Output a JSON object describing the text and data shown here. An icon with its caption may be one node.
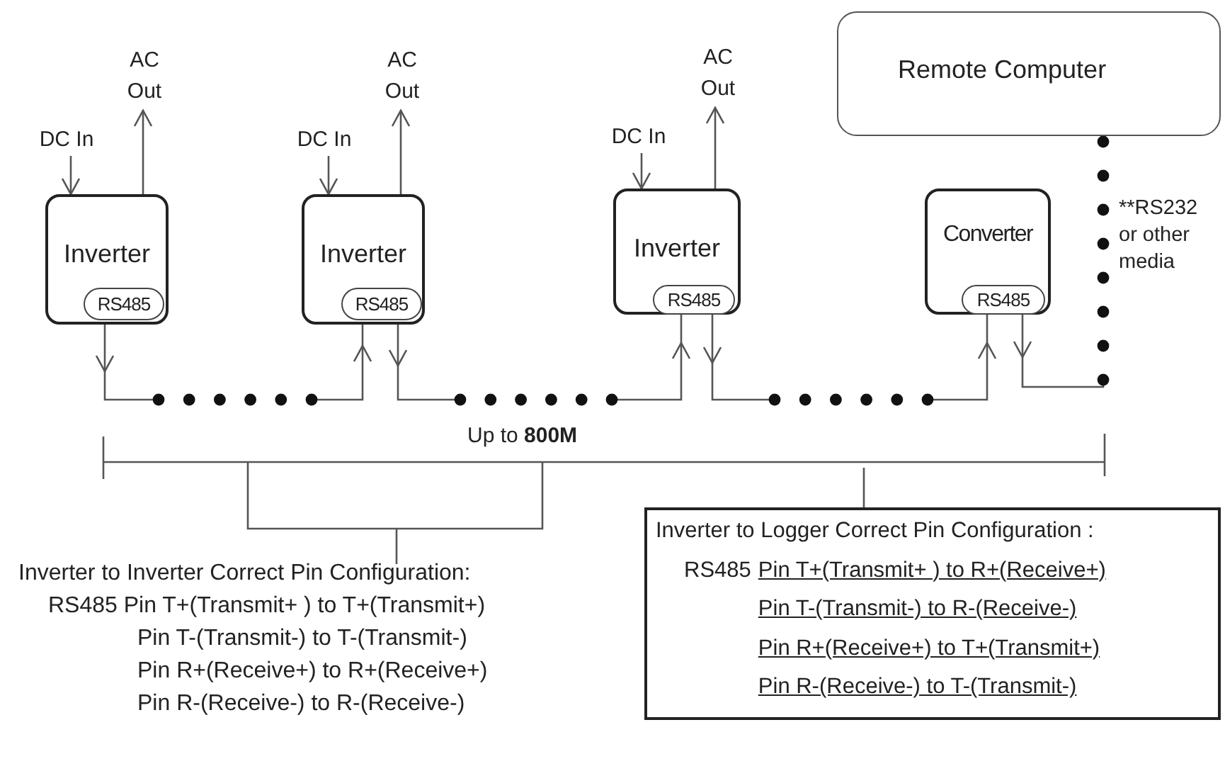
{
  "diagram": {
    "nodes": [
      {
        "text": [
          "DC In"
        ]
      },
      {
        "text": [
          "AC Out"
        ]
      },
      {
        "text": [
          "Inverter"
        ]
      },
      {
        "text": [
          "RS485"
        ],
        "in": 2
      },
      {
        "text": [
          "DC In"
        ]
      },
      {
        "text": [
          "AC Out"
        ]
      },
      {
        "text": [
          "Inverter"
        ]
      },
      {
        "text": [
          "RS485"
        ],
        "in": 6
      },
      {
        "text": [
          "DC In"
        ]
      },
      {
        "text": [
          "AC Out"
        ]
      },
      {
        "text": [
          "Inverter"
        ]
      },
      {
        "text": [
          "RS485"
        ],
        "in": 10
      },
      {
        "text": [
          "Remote Computer"
        ]
      },
      {
        "text": [
          "Converter"
        ]
      },
      {
        "text": [
          "RS485"
        ],
        "in": 13
      },
      {
        "text": [
          "Inverter to Logger Correct Pin Configuration :",
          "RS485",
          "Pin T+(Transmit+ ) to R+(Receive+)",
          "Pin T-(Transmit-) to R-(Receive-)",
          "Pin R+(Receive+) to T+(Transmit+)",
          "Pin R-(Receive-) to T-(Transmit-)"
        ]
      }
    ],
    "edges": [
      {
        "from": 0,
        "to": 2,
        "arrow": "to"
      },
      {
        "from": 2,
        "to": 1,
        "arrow": "to"
      },
      {
        "from": 4,
        "to": 6,
        "arrow": "to"
      },
      {
        "from": 6,
        "to": 5,
        "arrow": "to"
      },
      {
        "from": 8,
        "to": 10,
        "arrow": "to"
      },
      {
        "from": 10,
        "to": 9,
        "arrow": "to"
      },
      {
        "from": 3,
        "to": 7,
        "arrow": "to",
        "style": "dashed"
      },
      {
        "from": 7,
        "to": 11,
        "arrow": "to",
        "style": "dashed"
      },
      {
        "from": 11,
        "to": 14,
        "arrow": "to",
        "style": "dashed"
      },
      {
        "from": 14,
        "to": 12,
        "arrow": "to",
        "style": "dashed",
        "label": "**RS232 or other media"
      }
    ],
    "labels": [
      "Up to **800M**",
      "Inverter to Inverter Correct Pin Configuration:",
      "RS485 Pin T+(Transmit+ ) to T+(Transmit+)",
      "Pin T-(Transmit-) to T-(Transmit-)",
      "Pin R+(Receive+) to R+(Receive+)",
      "Pin R-(Receive-) to R-(Receive-)"
    ]
  }
}
